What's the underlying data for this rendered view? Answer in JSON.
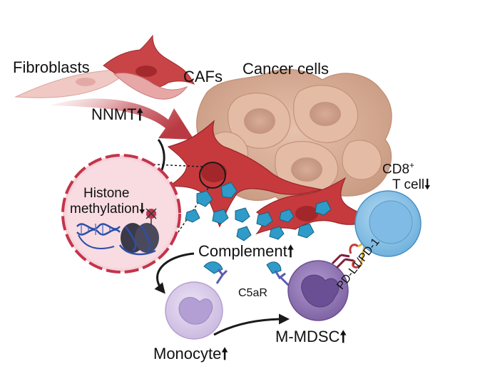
{
  "labels": {
    "fibroblasts": "Fibroblasts",
    "cafs": "CAFs",
    "cancer_cells": "Cancer cells",
    "nnmt": "NNMT",
    "histone_line1": "Histone",
    "histone_line2": "methylation",
    "cd8_main": "CD8",
    "cd8_sup": "+",
    "t_cell": "T cell",
    "complement": "Complement",
    "c5ar": "C5aR",
    "pdl1": "PD-L1/PD-1",
    "monocyte": "Monocyte",
    "mmdsc": "M-MDSC"
  },
  "indicators": {
    "up": "🠕",
    "down": "🠗"
  },
  "colors": {
    "caf_red": "#c0393c",
    "fibroblast_pink": "#f0c9c4",
    "cancer_tan": "#dcb39d",
    "complement_blue": "#2f9bc9",
    "monocyte_lilac": "#d9cbe8",
    "mdsc_purple": "#8e74b0",
    "tcell_blue": "#8cc3e6",
    "nucleus_pink": "#f6d2d9"
  },
  "icons": [
    "dna-icon",
    "nucleosome-icon",
    "methyl-inhibit-icon",
    "receptor-icon",
    "pd-l1-icon",
    "pd-1-icon"
  ]
}
